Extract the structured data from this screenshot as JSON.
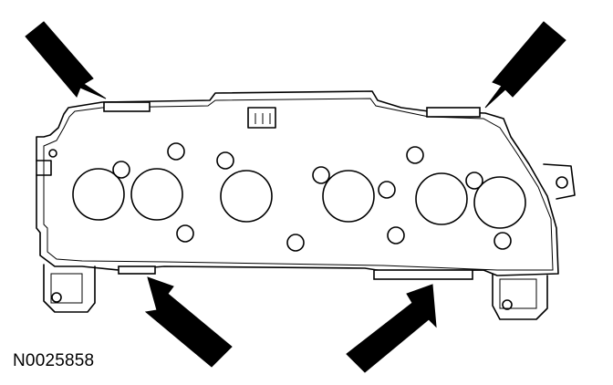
{
  "figure": {
    "reference_code": "N0025858",
    "callout_arrows": [
      {
        "id": "top-left",
        "points_to": "upper-left-clip"
      },
      {
        "id": "top-right",
        "points_to": "upper-right-clip"
      },
      {
        "id": "bottom-left",
        "points_to": "lower-left-clip"
      },
      {
        "id": "bottom-right",
        "points_to": "lower-right-clip"
      }
    ],
    "gauge_openings": 6,
    "screws": 11
  }
}
